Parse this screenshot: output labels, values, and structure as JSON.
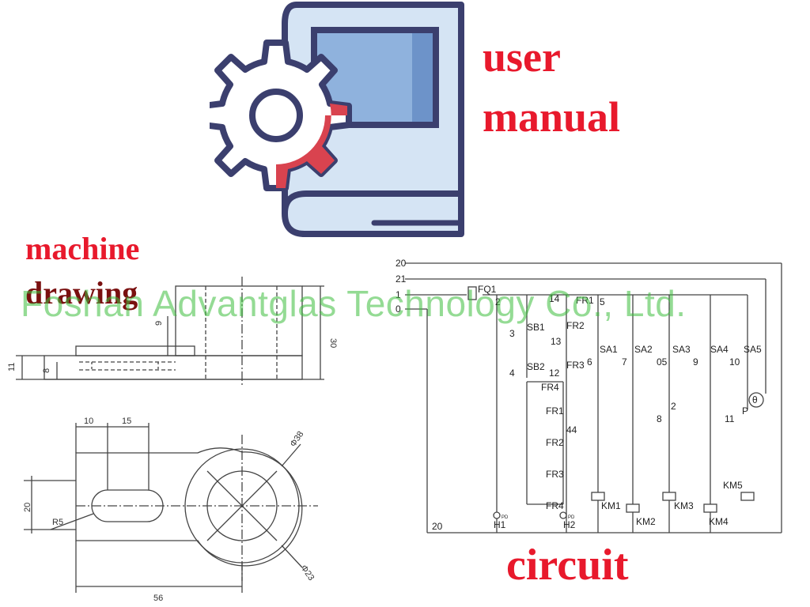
{
  "labels": {
    "user": "user",
    "manual": "manual",
    "machine": "machine",
    "drawing": "drawing",
    "circuit": "circuit"
  },
  "watermark": "Foshan Advantglas Technology Co., Ltd.",
  "icon": {
    "name": "manual-book-gear-icon",
    "colors": {
      "outline": "#3b3f6e",
      "page": "#cfe0f2",
      "screen": "#8fb2dd",
      "gear_accent": "#d9434f"
    }
  },
  "machine_drawing": {
    "dims": {
      "d30": "30",
      "d9": "9",
      "d11": "11",
      "d8": "8",
      "d10": "10",
      "d15": "15",
      "d20": "20",
      "r5": "R5",
      "d56": "56",
      "phi38": "Φ38",
      "phi23": "Φ23"
    }
  },
  "circuit": {
    "rails": [
      "20",
      "21",
      "1",
      "0"
    ],
    "labels": [
      "FQ1",
      "2",
      "14",
      "FR1",
      "5",
      "3",
      "SB1",
      "FR2",
      "13",
      "SA1",
      "SA2",
      "SA3",
      "SA4",
      "SA5",
      "4",
      "SB2",
      "12",
      "FR3",
      "6",
      "7",
      "05",
      "9",
      "10",
      "FR4",
      "FR1",
      "44",
      "FR2",
      "FR3",
      "FR4",
      "2",
      "8",
      "11",
      "P",
      "θ",
      "KM1",
      "KM2",
      "KM3",
      "KM4",
      "KM5",
      "H1",
      "H2",
      "20",
      "PD",
      "PD"
    ]
  },
  "colors": {
    "accent_red": "#e8192c",
    "watermark": "#3cbe3c",
    "line": "#444444"
  }
}
